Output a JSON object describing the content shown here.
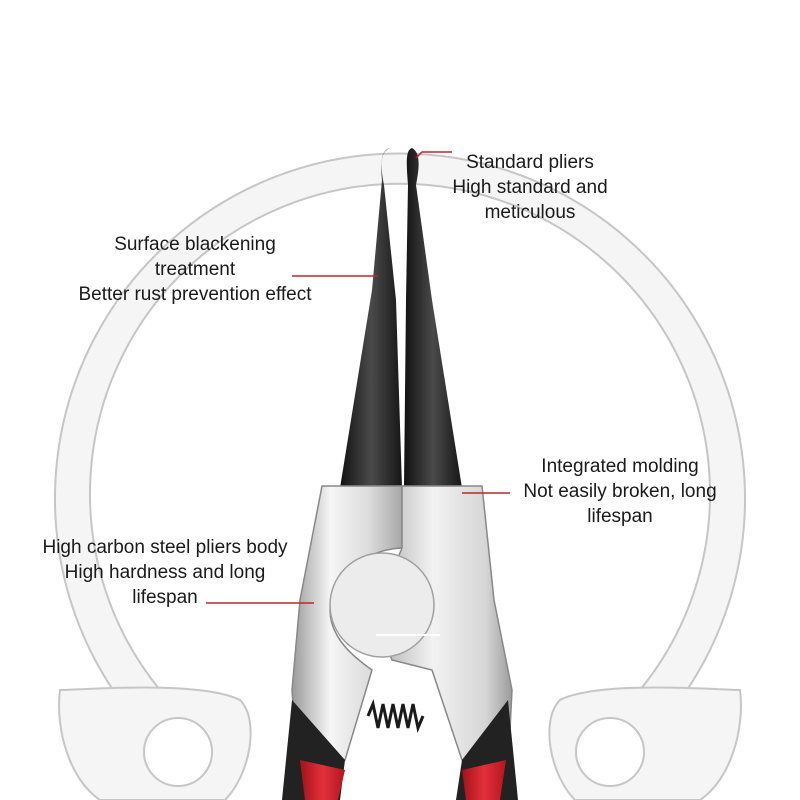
{
  "callouts": {
    "standard_pliers": {
      "lines": [
        "Standard pliers",
        "High standard and",
        "meticulous"
      ]
    },
    "surface_treatment": {
      "lines": [
        "Surface blackening",
        "treatment",
        "Better rust prevention effect"
      ]
    },
    "integrated_molding": {
      "lines": [
        "Integrated molding",
        "Not easily broken, long",
        "lifespan"
      ]
    },
    "carbon_steel_body": {
      "lines": [
        "High carbon steel pliers body",
        "High hardness and long",
        "lifespan"
      ]
    }
  },
  "colors": {
    "leader_line": "#c0262b",
    "handle_red": "#d71f2a",
    "ring_fill": "#f4f4f4",
    "ring_edge": "#c9c9c9",
    "tip_black": "#2a2a2a",
    "body_steel": "#e2e2e2"
  }
}
